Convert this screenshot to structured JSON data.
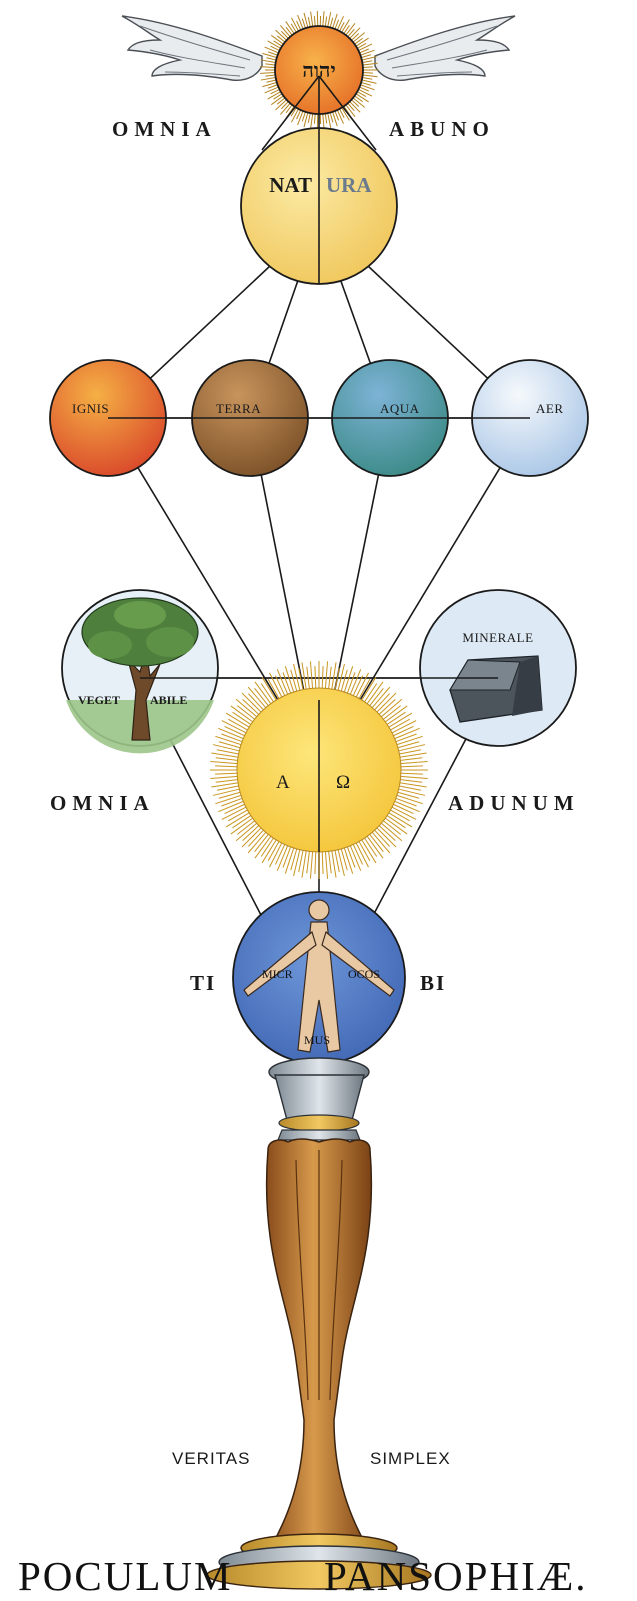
{
  "crown": {
    "hebrew_name": "יהוה",
    "motto_left": "OMNIA",
    "motto_right": "ABUNO"
  },
  "natura": {
    "left": "NAT",
    "right": "URA"
  },
  "elements": [
    {
      "label": "IGNIS",
      "color": "#e2712f"
    },
    {
      "label": "TERRA",
      "color": "#9b6a3a"
    },
    {
      "label": "AQUA",
      "color": "#4f8fa6"
    },
    {
      "label": "AER",
      "color": "#dbe8f4"
    }
  ],
  "kingdoms": {
    "vegetabile_left": "VEGET",
    "vegetabile_right": "ABILE",
    "minerale": "MINERALE"
  },
  "sun": {
    "left": "A",
    "right": "Ω",
    "motto_left": "OMNIA",
    "motto_right": "ADUNUM"
  },
  "microcosmus": {
    "part1": "MICR",
    "part2": "OCOS",
    "part3": "MUS",
    "side_left": "TI",
    "side_right": "BI",
    "color": "#4c78c2"
  },
  "pillar": {
    "left": "VERITAS",
    "right": "SIMPLEX"
  },
  "caption": {
    "left": "POCULUM",
    "right": "PANSOPHIÆ."
  }
}
